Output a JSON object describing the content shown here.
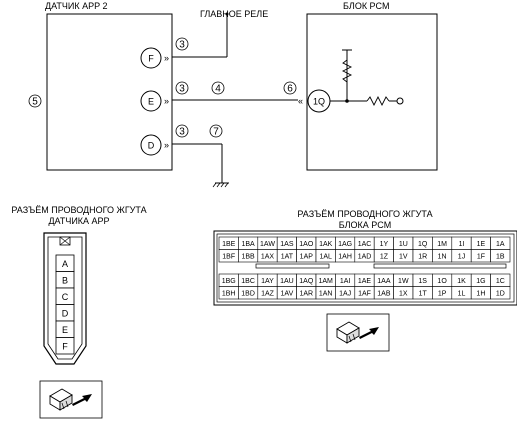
{
  "labels": {
    "sensor": "ДАТЧИК APP 2",
    "relay": "ГЛАВНОЕ РЕЛЕ",
    "pcm": "БЛОК PCM",
    "sensor_conn_line1": "РАЗЪЁМ ПРОВОДНОГО ЖГУТА",
    "sensor_conn_line2": "ДАТЧИКА APP",
    "pcm_conn_line1": "РАЗЪЁМ ПРОВОДНОГО ЖГУТА",
    "pcm_conn_line2": "БЛОКА PCM"
  },
  "sensor_pins": [
    "F",
    "E",
    "D"
  ],
  "pcm_pin": "1Q",
  "callouts": {
    "sensor_body": "5",
    "wire_f": "3",
    "wire_e": "3",
    "wire_d": "3",
    "wire_e_mid": "4",
    "pcm_side": "6",
    "wire_d_mid": "7"
  },
  "sensor_connector_pins": [
    "A",
    "B",
    "C",
    "D",
    "E",
    "F"
  ],
  "pcm_connector_rows": [
    [
      "1BE",
      "1BA",
      "1AW",
      "1AS",
      "1AO",
      "1AK",
      "1AG",
      "1AC",
      "1Y",
      "1U",
      "1Q",
      "1M",
      "1I",
      "1E",
      "1A"
    ],
    [
      "1BF",
      "1BB",
      "1AX",
      "1AT",
      "1AP",
      "1AL",
      "1AH",
      "1AD",
      "1Z",
      "1V",
      "1R",
      "1N",
      "1J",
      "1F",
      "1B"
    ],
    [
      "1BG",
      "1BC",
      "1AY",
      "1AU",
      "1AQ",
      "1AM",
      "1AI",
      "1AE",
      "1AA",
      "1W",
      "1S",
      "1O",
      "1K",
      "1G",
      "1C"
    ],
    [
      "1BH",
      "1BD",
      "1AZ",
      "1AV",
      "1AR",
      "1AN",
      "1AJ",
      "1AF",
      "1AB",
      "1X",
      "1T",
      "1P",
      "1L",
      "1H",
      "1D"
    ]
  ]
}
